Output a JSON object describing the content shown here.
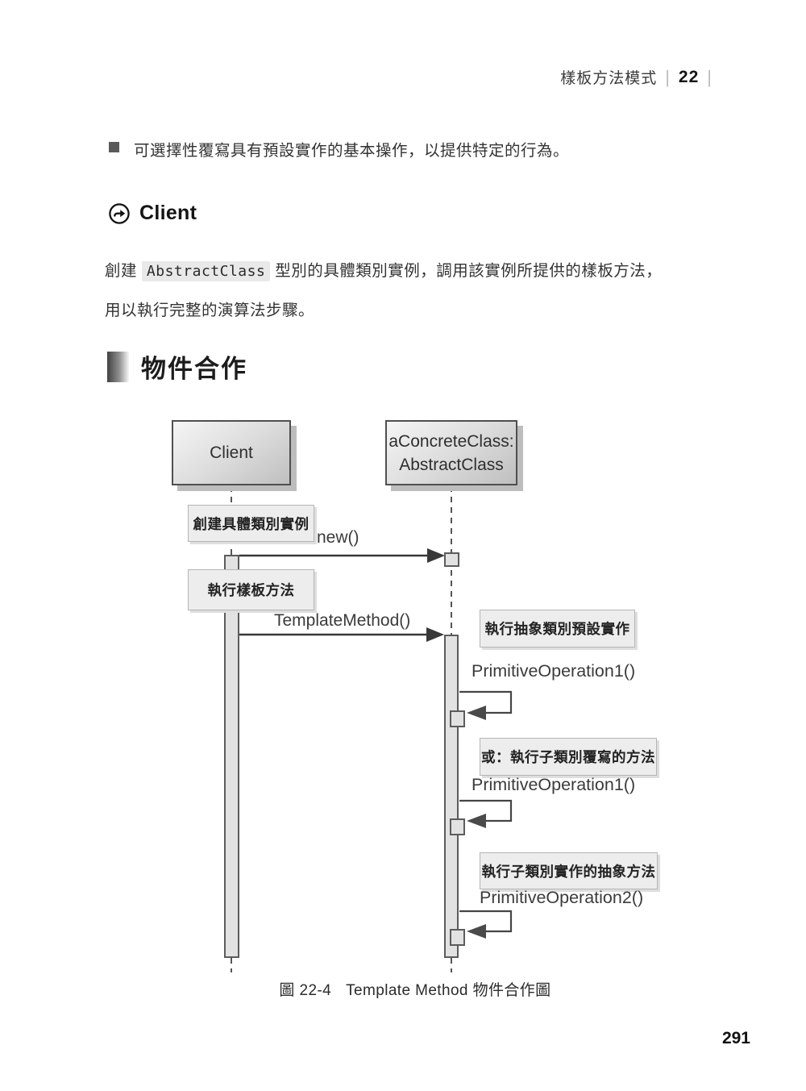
{
  "header": {
    "title": "樣板方法模式",
    "chapter": "22",
    "separator": "|"
  },
  "bullet": {
    "text": "可選擇性覆寫具有預設實作的基本操作，以提供特定的行為。"
  },
  "client_section": {
    "heading": "Client",
    "para_prefix": "創建 ",
    "para_code": "AbstractClass",
    "para_line1_rest": " 型別的具體類別實例，調用該實例所提供的樣板方法，",
    "para_line2": "用以執行完整的演算法步驟。"
  },
  "collab_section": {
    "heading": "物件合作"
  },
  "diagram": {
    "actors": [
      {
        "label": "Client"
      },
      {
        "label_line1": "aConcreteClass:",
        "label_line2": "AbstractClass"
      }
    ],
    "notes": [
      {
        "text": "創建具體類別實例"
      },
      {
        "text": "執行樣板方法"
      },
      {
        "text": "執行抽象類別預設實作"
      },
      {
        "text": "或：執行子類別覆寫的方法"
      },
      {
        "text": "執行子類別實作的抽象方法"
      }
    ],
    "messages": [
      {
        "label": "new()"
      },
      {
        "label": "TemplateMethod()"
      }
    ],
    "self_messages": [
      {
        "label": "PrimitiveOperation1()"
      },
      {
        "label": "PrimitiveOperation1()"
      },
      {
        "label": "PrimitiveOperation2()"
      }
    ]
  },
  "caption": {
    "fig_label": "圖 22-4",
    "fig_title": "Template Method 物件合作圖"
  },
  "page_number": "291"
}
